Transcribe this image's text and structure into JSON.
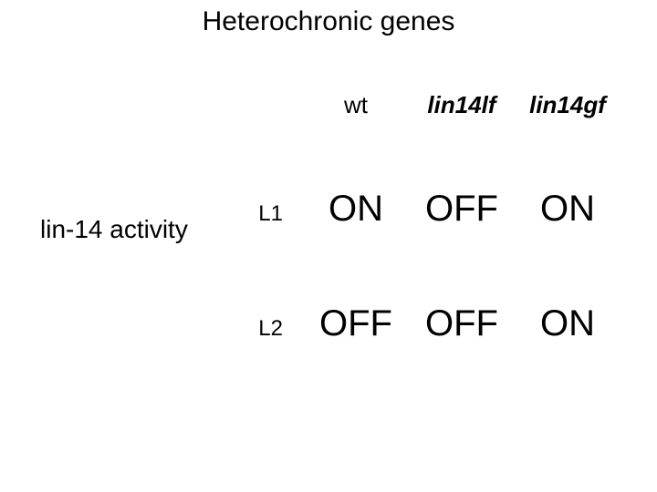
{
  "slide": {
    "title": "Heterochronic genes",
    "background_color": "#ffffff",
    "text_color": "#000000"
  },
  "table": {
    "row_group_label": "lin-14 activity",
    "corner_label": "",
    "columns": [
      {
        "id": "wt",
        "label": "wt",
        "superscript": "",
        "style": "plain"
      },
      {
        "id": "lin14lf",
        "label": "lin14",
        "superscript": "lf",
        "style": "italic-bold"
      },
      {
        "id": "lin14gf",
        "label": "lin14",
        "superscript": "gf",
        "style": "italic-bold"
      }
    ],
    "rows": [
      {
        "id": "L1",
        "label": "L1",
        "cells": [
          {
            "column": "wt",
            "value": "ON"
          },
          {
            "column": "lin14lf",
            "value": "OFF"
          },
          {
            "column": "lin14gf",
            "value": "ON"
          }
        ]
      },
      {
        "id": "L2",
        "label": "L2",
        "cells": [
          {
            "column": "wt",
            "value": "OFF"
          },
          {
            "column": "lin14lf",
            "value": "OFF"
          },
          {
            "column": "lin14gf",
            "value": "ON"
          }
        ]
      }
    ]
  }
}
